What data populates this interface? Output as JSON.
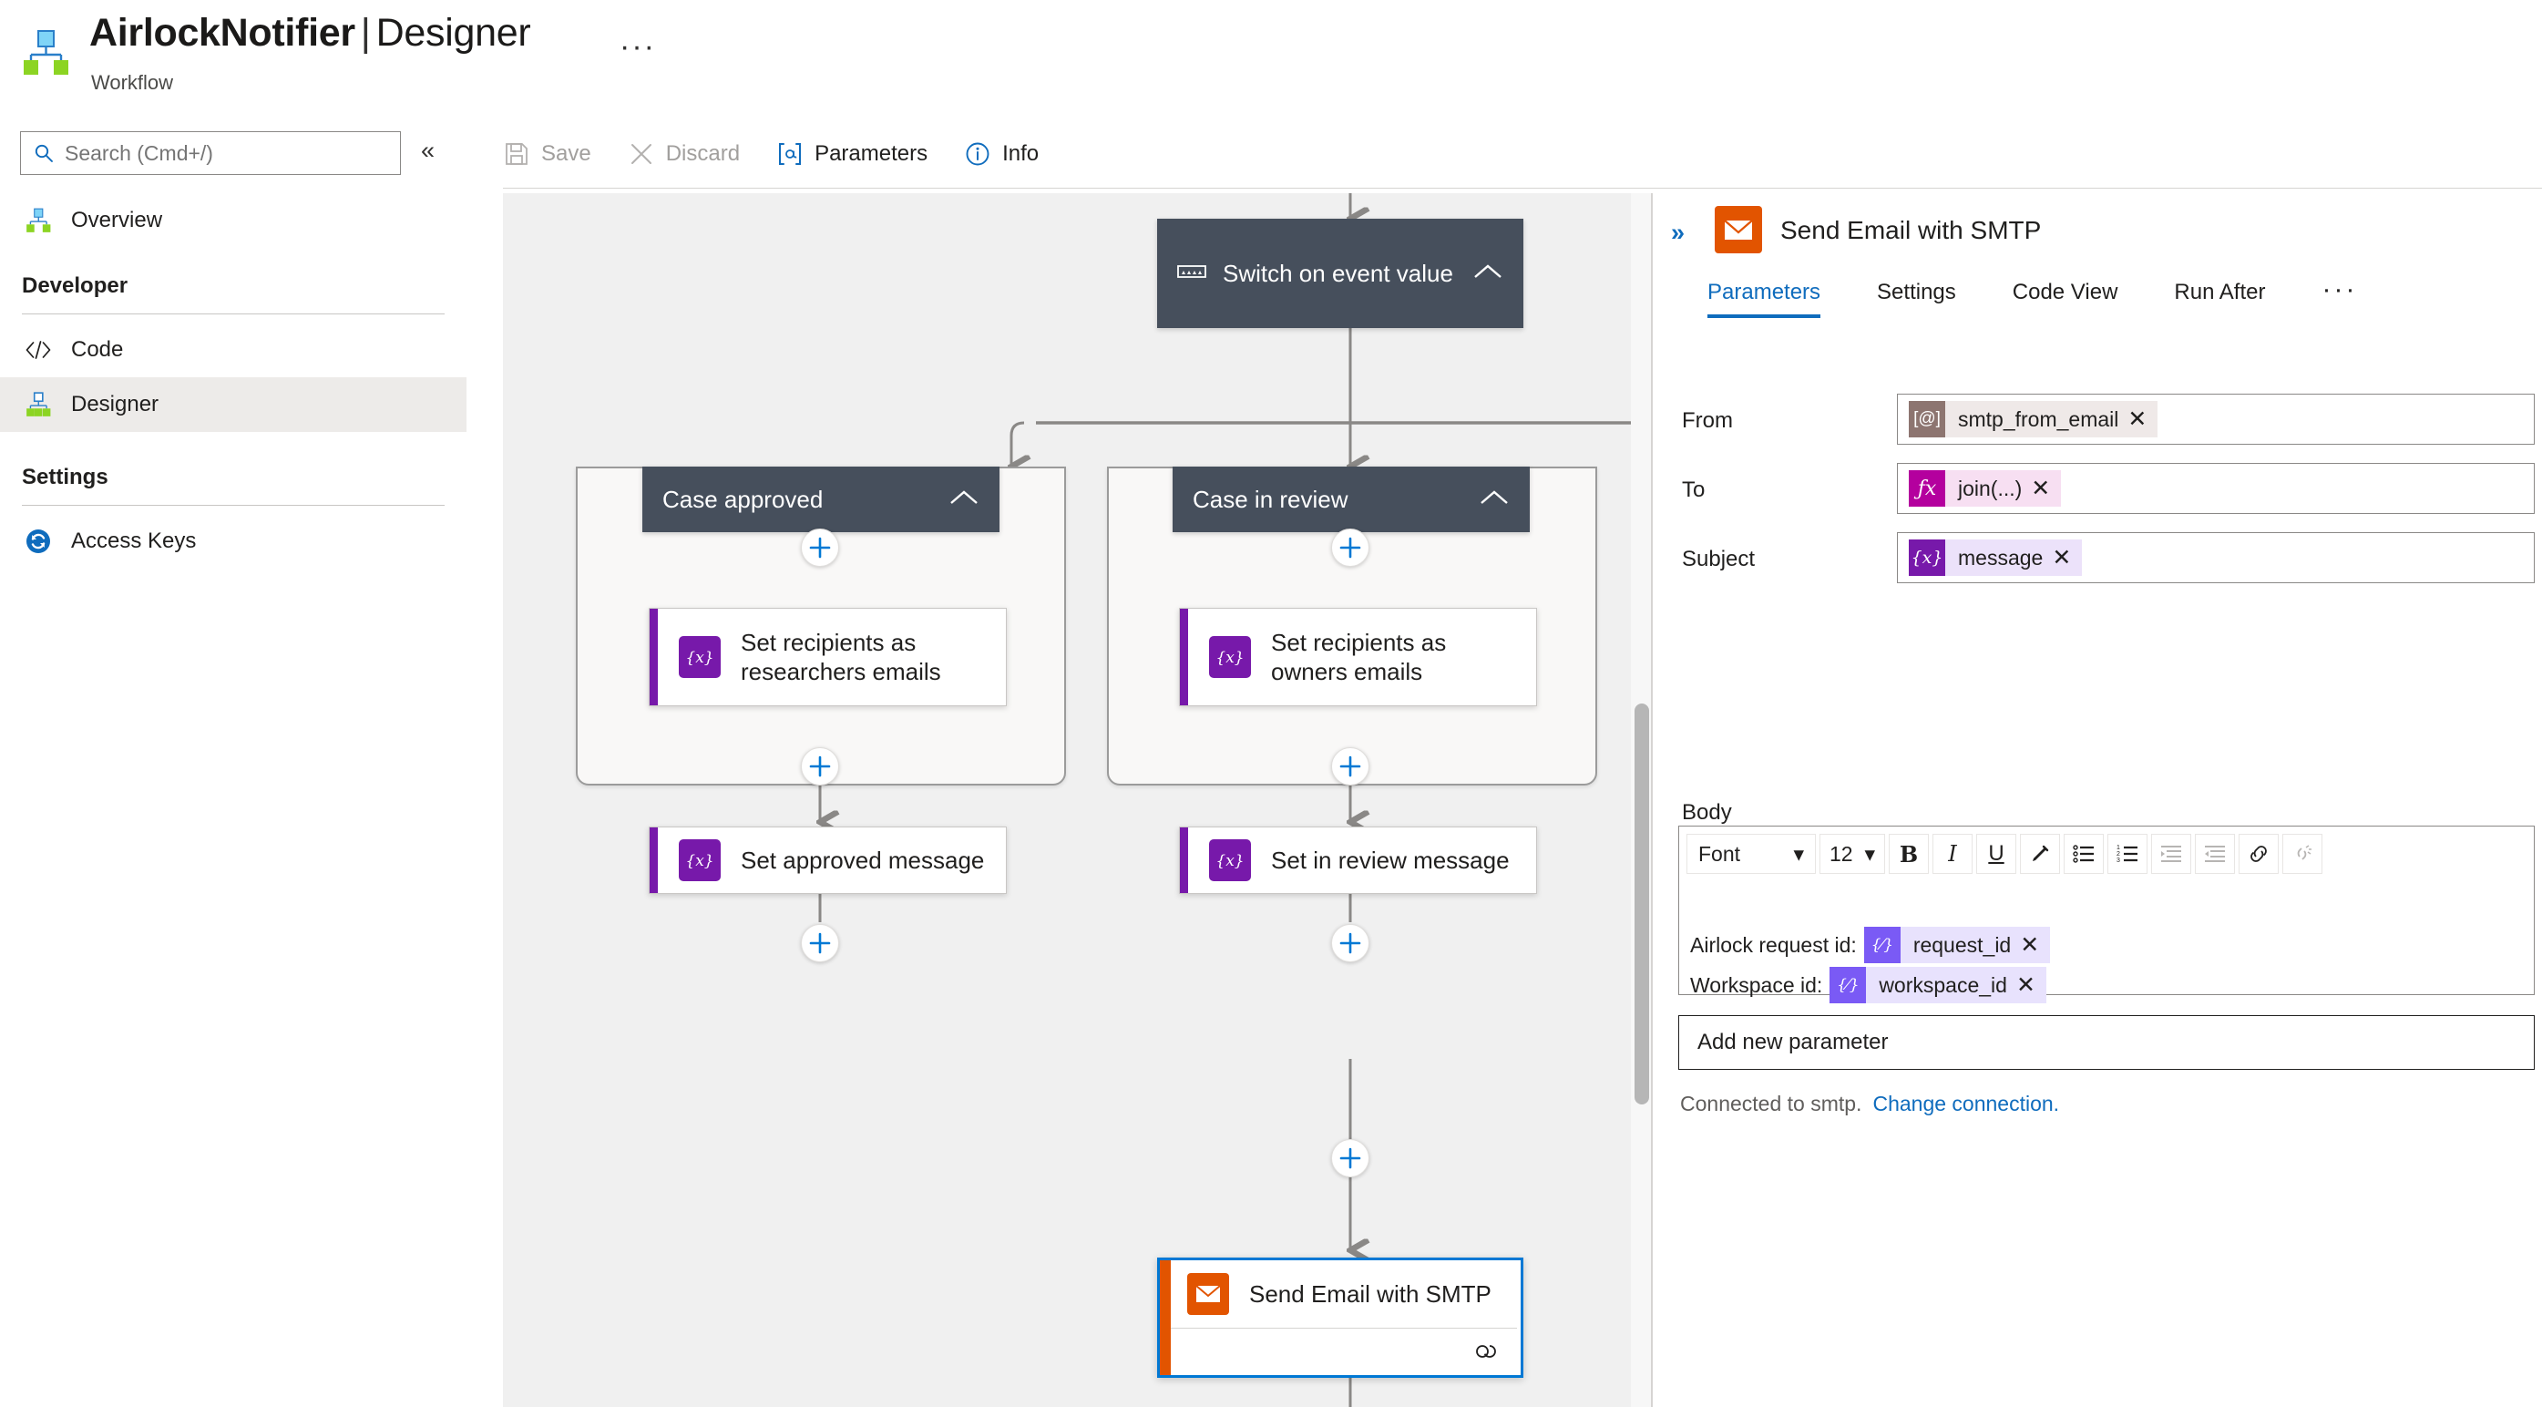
{
  "header": {
    "app_icon": "workflow-logo-icon",
    "title_main": "AirlockNotifier",
    "title_separator": "|",
    "title_section": "Designer",
    "overflow": "···",
    "subtitle": "Workflow"
  },
  "sidebar": {
    "search": {
      "placeholder": "Search (Cmd+/)",
      "value": "",
      "icon": "search-icon"
    },
    "collapse_label": "«",
    "overview": {
      "label": "Overview",
      "icon": "workflow-logo-icon"
    },
    "groups": [
      {
        "label": "Developer",
        "items": [
          {
            "label": "Code",
            "icon": "code-brackets-icon",
            "active": false
          },
          {
            "label": "Designer",
            "icon": "workflow-logo-icon",
            "active": true
          }
        ]
      },
      {
        "label": "Settings",
        "items": [
          {
            "label": "Access Keys",
            "icon": "access-keys-icon",
            "active": false
          }
        ]
      }
    ]
  },
  "toolbar": {
    "items": [
      {
        "label": "Save",
        "icon": "save-disk-icon",
        "disabled": true
      },
      {
        "label": "Discard",
        "icon": "close-x-icon",
        "disabled": true
      },
      {
        "label": "Parameters",
        "icon": "at-brackets-icon",
        "disabled": false
      },
      {
        "label": "Info",
        "icon": "info-circle-icon",
        "disabled": false
      }
    ]
  },
  "canvas": {
    "switch_node": {
      "label": "Switch on event value",
      "icon": "switch-icon",
      "chevron": "chevron-up-icon"
    },
    "branches": [
      {
        "case_label": "Case approved",
        "actions": [
          {
            "label": "Set recipients as researchers emails",
            "icon": "variable-braces-icon"
          },
          {
            "label": "Set approved message",
            "icon": "variable-braces-icon"
          }
        ]
      },
      {
        "case_label": "Case in review",
        "actions": [
          {
            "label": "Set recipients as owners emails",
            "icon": "variable-braces-icon"
          },
          {
            "label": "Set in review message",
            "icon": "variable-braces-icon"
          }
        ]
      }
    ],
    "selected_node": {
      "label": "Send Email with SMTP",
      "icon": "email-envelope-icon",
      "footer_icon": "link-connection-icon"
    },
    "add_button_label": "+",
    "colors": {
      "scope_header": "#464f5c",
      "variable_purple": "#7719aa",
      "accent_orange": "#e25400",
      "selection_blue": "#0078d4",
      "plus_blue": "#0078d4"
    }
  },
  "panel": {
    "expand_label": "»",
    "icon": "email-envelope-icon",
    "title": "Send Email with SMTP",
    "tabs": [
      {
        "label": "Parameters",
        "active": true
      },
      {
        "label": "Settings",
        "active": false
      },
      {
        "label": "Code View",
        "active": false
      },
      {
        "label": "Run After",
        "active": false
      }
    ],
    "tabs_overflow": "···",
    "fields": [
      {
        "label": "From",
        "token": {
          "glyph": "[@]",
          "icon_name": "parameter-token-icon",
          "text": "smtp_from_email",
          "remove": "✕",
          "icon_bg": "#8d7570",
          "chip_bg": "#efe9e8"
        }
      },
      {
        "label": "To",
        "token": {
          "glyph": "ƒx",
          "icon_name": "function-token-icon",
          "text": "join(...)",
          "remove": "✕",
          "icon_bg": "#b4009e",
          "chip_bg": "#f7dff2"
        }
      },
      {
        "label": "Subject",
        "token": {
          "glyph": "{x}",
          "icon_name": "variable-token-icon",
          "text": "message",
          "remove": "✕",
          "icon_bg": "#7719aa",
          "chip_bg": "#ece2fa"
        }
      }
    ],
    "body": {
      "label": "Body",
      "toolbar": {
        "font_label": "Font",
        "size_label": "12",
        "bold": "B",
        "italic": "I",
        "underline": "U",
        "highlight_icon": "highlighter-pen-icon",
        "bullet_list_icon": "bullet-list-icon",
        "numbered_list_icon": "numbered-list-icon",
        "indent_icon": "indent-increase-icon",
        "outdent_icon": "indent-decrease-icon",
        "link_icon": "link-icon",
        "unlink_icon": "unlink-icon",
        "dropdown_caret": "▾"
      },
      "lines": [
        {
          "text": "Airlock request id:",
          "token": {
            "glyph": "{⁄}",
            "icon_name": "variable-token-icon",
            "text": "request_id",
            "remove": "✕",
            "icon_bg": "#7a5af5",
            "chip_bg": "#e8e2fd"
          }
        },
        {
          "text": "Workspace id:",
          "token": {
            "glyph": "{⁄}",
            "icon_name": "variable-token-icon",
            "text": "workspace_id",
            "remove": "✕",
            "icon_bg": "#7a5af5",
            "chip_bg": "#e8e2fd"
          }
        }
      ]
    },
    "add_parameter_label": "Add new parameter",
    "connection_status": "Connected to smtp.",
    "change_connection_label": "Change connection."
  }
}
